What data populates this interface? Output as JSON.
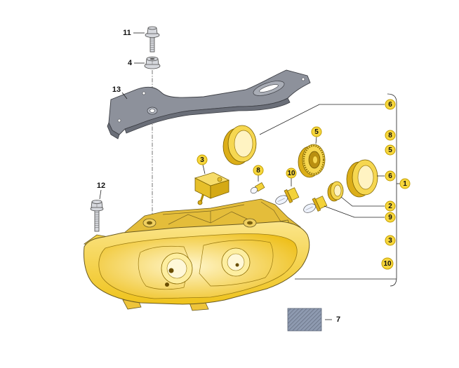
{
  "diagram": {
    "callouts": {
      "flange_bolt": "11",
      "hex_nut": "4",
      "mounting_bracket": "13",
      "screw": "12",
      "leveling_motor": "3",
      "wedge_bulb": "8",
      "h7_bulb": "10",
      "bulb_socket": "5",
      "assembly": "1"
    },
    "parts_column": [
      {
        "label": "6"
      },
      {
        "label": "8"
      },
      {
        "label": "5"
      },
      {
        "label": "6"
      },
      {
        "label": "2"
      },
      {
        "label": "9"
      },
      {
        "label": "3"
      },
      {
        "label": "10"
      }
    ],
    "legend": {
      "label": "7"
    }
  },
  "colors": {
    "badge_fill": "#f6d63c",
    "badge_stroke": "#c49f00",
    "housing": "#efc31c",
    "housing_light": "#fbe58a",
    "bracket": "#8d919b",
    "bracket_dark": "#6a6e78",
    "legend_swatch": "#8e9ab0",
    "fastener_grey": "#d6d8dd"
  }
}
